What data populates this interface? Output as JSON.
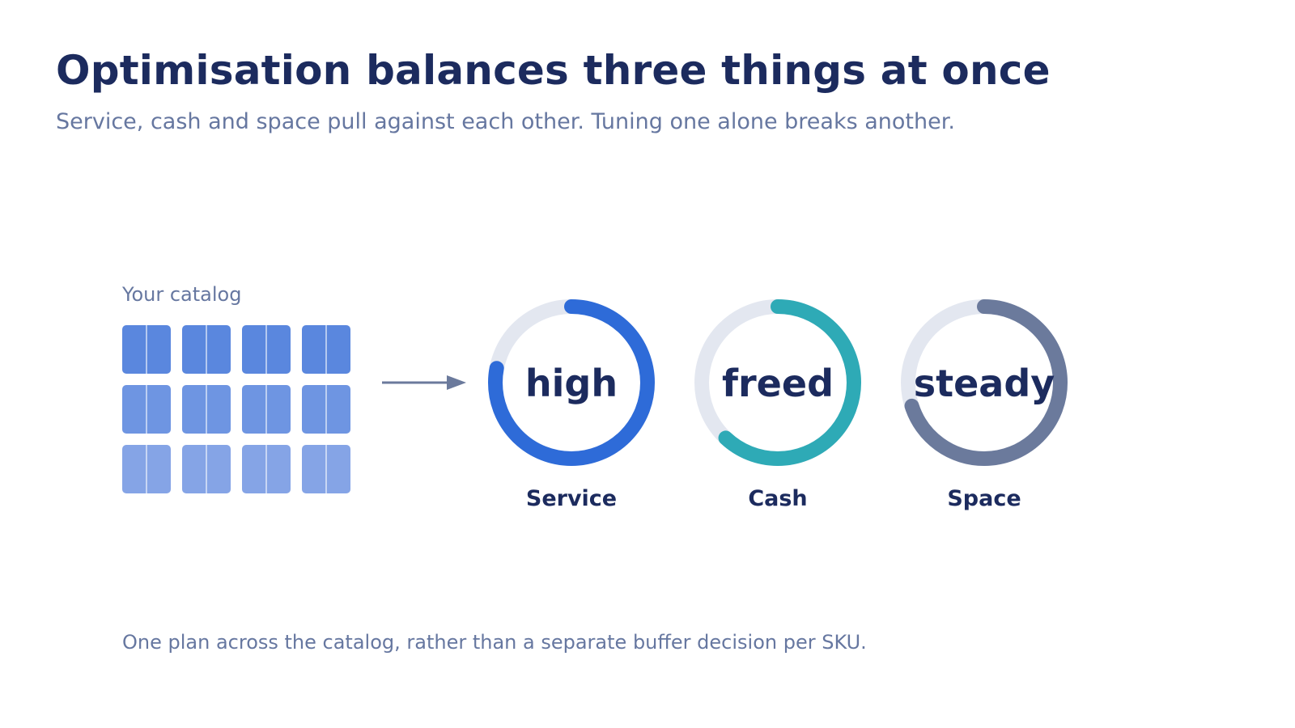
{
  "header": {
    "title": "Optimisation balances three things at once",
    "subtitle": "Service, cash and space pull against each other. Tuning one alone breaks another."
  },
  "catalog": {
    "label": "Your catalog",
    "row_colors": [
      "#5a87de",
      "#6e95e2",
      "#85a4e6"
    ],
    "rows": 3,
    "columns": 4
  },
  "gauges": [
    {
      "value": "high",
      "label": "Service",
      "fraction": 0.78,
      "color": "#2e6bd8"
    },
    {
      "value": "freed",
      "label": "Cash",
      "fraction": 0.62,
      "color": "#2eaab6"
    },
    {
      "value": "steady",
      "label": "Space",
      "fraction": 0.7,
      "color": "#6b7a9c"
    }
  ],
  "colors": {
    "title": "#1c2b5e",
    "muted": "#6677a0",
    "track": "#e3e7f0",
    "arrow": "#6b7a9c"
  },
  "footnote": "One plan across the catalog, rather than a separate buffer decision per SKU."
}
